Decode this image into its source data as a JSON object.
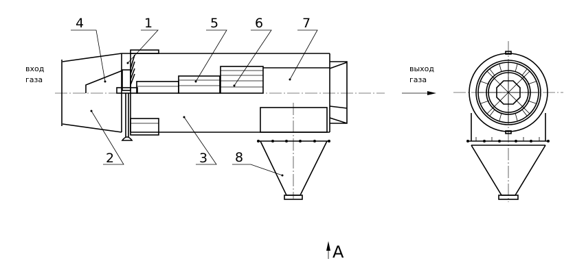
{
  "inlet": {
    "line1": "вход",
    "line2": "газа"
  },
  "outlet": {
    "line1": "выход",
    "line2": "газа"
  },
  "callouts": [
    "1",
    "2",
    "3",
    "4",
    "5",
    "6",
    "7",
    "8"
  ],
  "view_label": "A",
  "colors": {
    "line": "#000000",
    "background": "#ffffff"
  }
}
